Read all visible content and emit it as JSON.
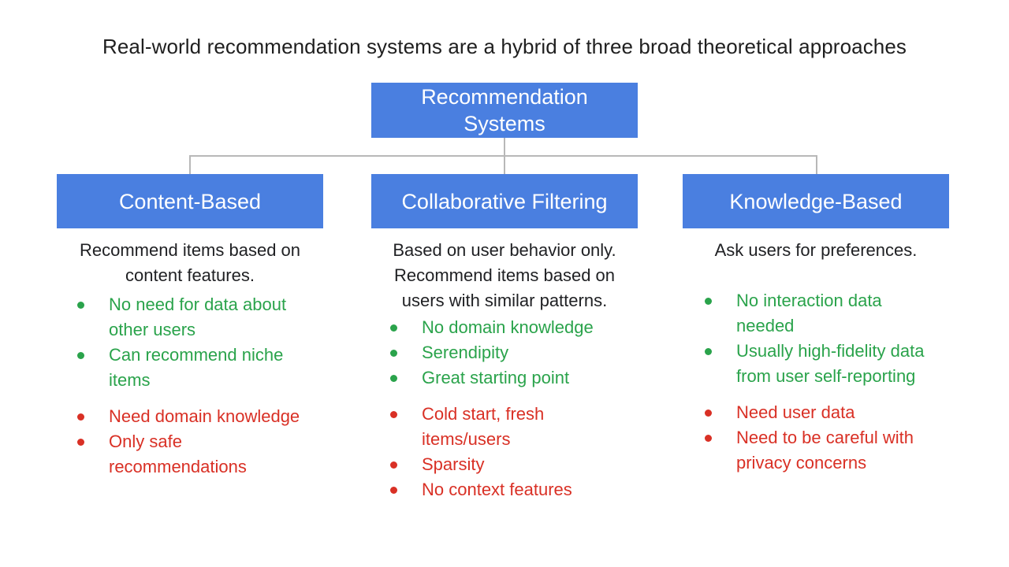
{
  "title": "Real-world recommendation systems are a hybrid of three broad theoretical approaches",
  "root": {
    "line1": "Recommendation",
    "line2": "Systems"
  },
  "colors": {
    "box": "#4a7fe0",
    "pro": "#2aa34b",
    "con": "#d93025",
    "connector": "#b8b8b8"
  },
  "approaches": [
    {
      "name": "Content-Based",
      "description": [
        "Recommend items based on",
        "content features."
      ],
      "pros": [
        "No need for data about other users",
        "Can recommend niche items"
      ],
      "cons": [
        "Need domain knowledge",
        "Only safe recommendations"
      ]
    },
    {
      "name": "Collaborative Filtering",
      "description": [
        "Based on user behavior only.",
        "Recommend items based on",
        "users with similar patterns."
      ],
      "pros": [
        "No domain knowledge",
        "Serendipity",
        "Great starting point"
      ],
      "cons": [
        "Cold start, fresh items/users",
        "Sparsity",
        "No context features"
      ]
    },
    {
      "name": "Knowledge-Based",
      "description": [
        "Ask users for preferences."
      ],
      "pros": [
        "No interaction data needed",
        "Usually high-fidelity data from user self-reporting"
      ],
      "cons": [
        "Need user data",
        "Need to be careful with privacy concerns"
      ]
    }
  ]
}
